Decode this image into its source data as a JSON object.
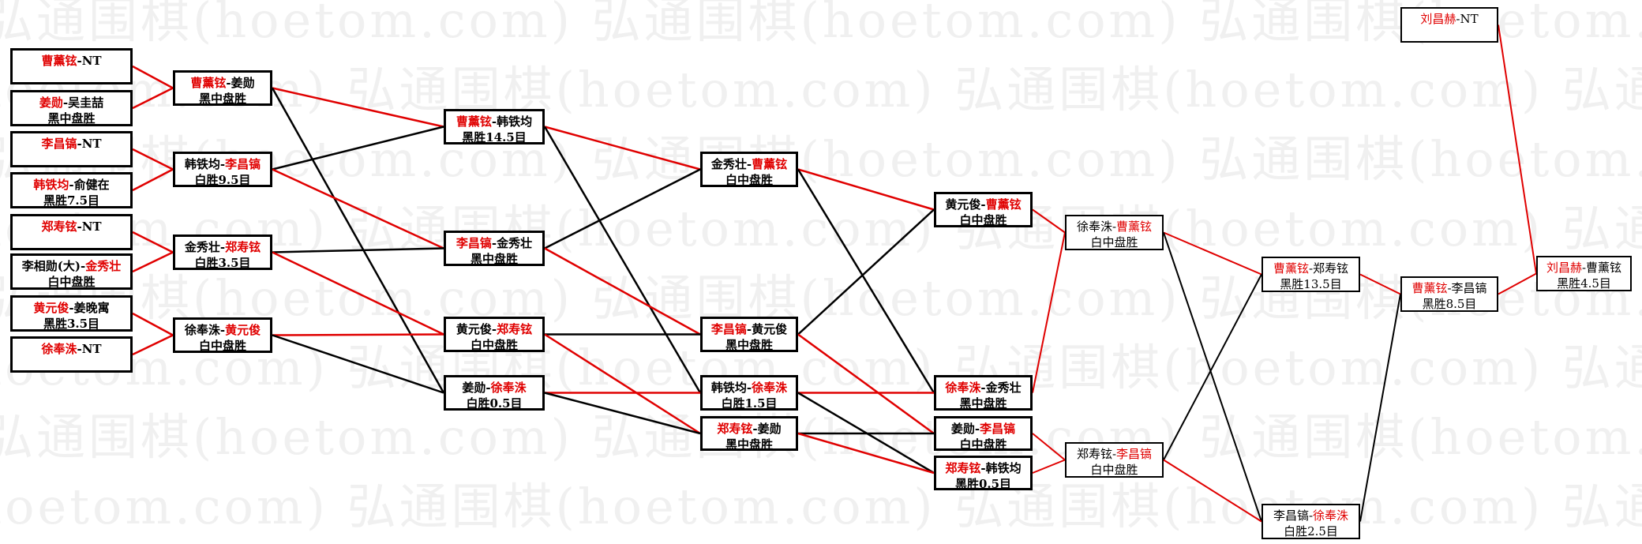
{
  "watermark": "弘通围棋(hoetom.com)",
  "colors": {
    "winner": "#e00000",
    "loser": "#000000"
  },
  "separator": "-",
  "matches": [
    {
      "p1": "曹薰铉",
      "p2": "NT",
      "red": 1,
      "result": ""
    },
    {
      "p1": "姜勋",
      "p2": "吴圭喆",
      "red": 1,
      "result": "黑中盘胜"
    },
    {
      "p1": "李昌镐",
      "p2": "NT",
      "red": 1,
      "result": ""
    },
    {
      "p1": "韩铁均",
      "p2": "俞健在",
      "red": 1,
      "result": "黑胜7.5目"
    },
    {
      "p1": "郑寿铉",
      "p2": "NT",
      "red": 1,
      "result": ""
    },
    {
      "p1": "李相勋(大)",
      "p2": "金秀壮",
      "red": 2,
      "result": "白中盘胜"
    },
    {
      "p1": "黄元俊",
      "p2": "姜晚寓",
      "red": 1,
      "result": "黑胜3.5目"
    },
    {
      "p1": "徐奉洙",
      "p2": "NT",
      "red": 1,
      "result": ""
    },
    {
      "p1": "曹薰铉",
      "p2": "姜勋",
      "red": 1,
      "result": "黑中盘胜"
    },
    {
      "p1": "韩铁均",
      "p2": "李昌镐",
      "red": 2,
      "result": "白胜9.5目"
    },
    {
      "p1": "金秀壮",
      "p2": "郑寿铉",
      "red": 2,
      "result": "白胜3.5目"
    },
    {
      "p1": "徐奉洙",
      "p2": "黄元俊",
      "red": 2,
      "result": "白中盘胜"
    },
    {
      "p1": "曹薰铉",
      "p2": "韩铁均",
      "red": 1,
      "result": "黑胜14.5目"
    },
    {
      "p1": "李昌镐",
      "p2": "金秀壮",
      "red": 1,
      "result": "黑中盘胜"
    },
    {
      "p1": "黄元俊",
      "p2": "郑寿铉",
      "red": 2,
      "result": "白中盘胜"
    },
    {
      "p1": "姜勋",
      "p2": "徐奉洙",
      "red": 2,
      "result": "白胜0.5目"
    },
    {
      "p1": "金秀壮",
      "p2": "曹薰铉",
      "red": 2,
      "result": "白中盘胜"
    },
    {
      "p1": "李昌镐",
      "p2": "黄元俊",
      "red": 1,
      "result": "黑中盘胜"
    },
    {
      "p1": "韩铁均",
      "p2": "徐奉洙",
      "red": 2,
      "result": "白胜1.5目"
    },
    {
      "p1": "郑寿铉",
      "p2": "姜勋",
      "red": 1,
      "result": "黑中盘胜"
    },
    {
      "p1": "黄元俊",
      "p2": "曹薰铉",
      "red": 2,
      "result": "白中盘胜"
    },
    {
      "p1": "徐奉洙",
      "p2": "金秀壮",
      "red": 1,
      "result": "黑中盘胜"
    },
    {
      "p1": "姜勋",
      "p2": "李昌镐",
      "red": 2,
      "result": "白中盘胜"
    },
    {
      "p1": "郑寿铉",
      "p2": "韩铁均",
      "red": 1,
      "result": "黑胜0.5目"
    },
    {
      "p1": "徐奉洙",
      "p2": "曹薰铉",
      "red": 2,
      "result": "白中盘胜"
    },
    {
      "p1": "郑寿铉",
      "p2": "李昌镐",
      "red": 2,
      "result": "白中盘胜"
    },
    {
      "p1": "曹薰铉",
      "p2": "郑寿铉",
      "red": 1,
      "result": "黑胜13.5目"
    },
    {
      "p1": "李昌镐",
      "p2": "徐奉洙",
      "red": 2,
      "result": "白胜2.5目"
    },
    {
      "p1": "曹薰铉",
      "p2": "李昌镐",
      "red": 1,
      "result": "黑胜8.5目"
    },
    {
      "p1": "刘昌赫",
      "p2": "NT",
      "red": 1,
      "result": ""
    },
    {
      "p1": "刘昌赫",
      "p2": "曹薰铉",
      "red": 1,
      "result": "黑胜4.5目"
    }
  ],
  "links": [
    [
      0,
      8,
      true
    ],
    [
      1,
      8,
      true
    ],
    [
      2,
      9,
      true
    ],
    [
      3,
      9,
      true
    ],
    [
      4,
      10,
      true
    ],
    [
      5,
      10,
      true
    ],
    [
      6,
      11,
      true
    ],
    [
      7,
      11,
      true
    ],
    [
      8,
      12,
      true
    ],
    [
      8,
      15,
      false
    ],
    [
      9,
      12,
      false
    ],
    [
      9,
      13,
      true
    ],
    [
      10,
      13,
      false
    ],
    [
      10,
      14,
      true
    ],
    [
      11,
      14,
      true
    ],
    [
      11,
      15,
      false
    ],
    [
      12,
      16,
      true
    ],
    [
      12,
      18,
      false
    ],
    [
      13,
      16,
      false
    ],
    [
      13,
      17,
      true
    ],
    [
      14,
      17,
      false
    ],
    [
      14,
      19,
      true
    ],
    [
      15,
      18,
      true
    ],
    [
      15,
      19,
      false
    ],
    [
      16,
      20,
      true
    ],
    [
      16,
      21,
      false
    ],
    [
      17,
      20,
      false
    ],
    [
      17,
      22,
      true
    ],
    [
      18,
      21,
      true
    ],
    [
      18,
      23,
      false
    ],
    [
      19,
      22,
      false
    ],
    [
      19,
      23,
      true
    ],
    [
      20,
      24,
      true
    ],
    [
      21,
      24,
      true
    ],
    [
      22,
      25,
      true
    ],
    [
      23,
      25,
      true
    ],
    [
      24,
      26,
      true
    ],
    [
      24,
      27,
      false
    ],
    [
      25,
      26,
      false
    ],
    [
      25,
      27,
      true
    ],
    [
      26,
      28,
      true
    ],
    [
      27,
      28,
      false
    ],
    [
      28,
      30,
      true
    ],
    [
      29,
      30,
      true
    ]
  ]
}
